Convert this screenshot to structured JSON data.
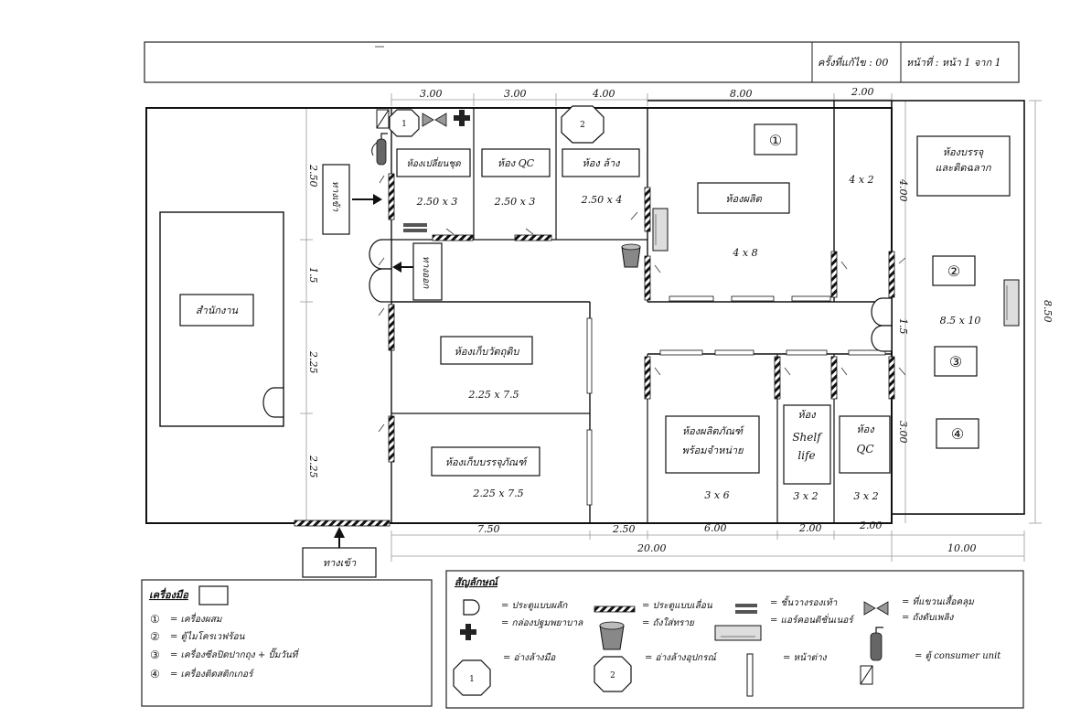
{
  "header": {
    "revision": "ครั้งที่แก้ไข : 00",
    "page": "หน้าที่ : หน้า 1 จาก 1"
  },
  "dimensions": {
    "top": [
      "3.00",
      "3.00",
      "4.00",
      "8.00",
      "2.00"
    ],
    "bottom": [
      "7.50",
      "2.50",
      "6.00",
      "2.00",
      "2.00"
    ],
    "bottom_total_left": "20.00",
    "bottom_total_right": "10.00",
    "left": [
      "2.50",
      "1.5",
      "2.25",
      "2.25"
    ],
    "right_outer": "8.50",
    "right_inner": [
      "4.00",
      "1.5",
      "3.00"
    ]
  },
  "rooms": {
    "office": "สำนักงาน",
    "changing": "ห้องเปลี่ยนชุด",
    "changing_size": "2.50 x 3",
    "qc_top": "ห้อง QC",
    "qc_top_size": "2.50 x 3",
    "washing": "ห้อง ล้าง",
    "washing_size": "2.50 x 4",
    "production": "ห้องผลิต",
    "production_size": "4 x 8",
    "small_room_size": "4 x 2",
    "packing_line1": "ห้องบรรจุ",
    "packing_line2": "และติดฉลาก",
    "packing_size": "8.5 x 10",
    "raw_storage": "ห้องเก็บวัตถุดิบ",
    "raw_storage_size": "2.25 x 7.5",
    "pack_storage": "ห้องเก็บบรรจุภัณฑ์",
    "pack_storage_size": "2.25 x 7.5",
    "product_line1": "ห้องผลิตภัณฑ์",
    "product_line2": "พร้อมจำหน่าย",
    "product_size": "3 x 6",
    "shelf_line1": "ห้อง",
    "shelf_line2": "Shelf",
    "shelf_line3": "life",
    "shelf_size": "3 x 2",
    "qc_bottom_line1": "ห้อง",
    "qc_bottom_line2": "QC",
    "qc_bottom_size": "3 x 2"
  },
  "doors": {
    "entrance_in": "ทางเข้า",
    "exit": "ทางออก",
    "main_entrance": "ทางเข้า"
  },
  "markers": {
    "m1": "①",
    "m2": "②",
    "m3": "③",
    "m4": "④",
    "sink1": "1",
    "sink2": "2"
  },
  "tools_legend": {
    "title": "เครื่องมือ",
    "items": [
      {
        "num": "①",
        "text": "= เครื่องผสม"
      },
      {
        "num": "②",
        "text": "= ตู้ไมโครเวฟร้อน"
      },
      {
        "num": "③",
        "text": "= เครื่องซีลปิดปากถุง + ปั๊มวันที่"
      },
      {
        "num": "④",
        "text": "= เครื่องติดสติกเกอร์"
      }
    ]
  },
  "symbols_legend": {
    "title": "สัญลักษณ์",
    "swing_door": "= ประตูแบบผลัก",
    "sliding_door": "= ประตูแบบเลื่อน",
    "shoe_rack": "= ชั้นวางรองเท้า",
    "gown_hanger": "= ที่แขวนเสื้อคลุม",
    "first_aid": "= กล่องปฐมพยาบาล",
    "sand_bucket": "= ถังใส่ทราย",
    "air_con": "= แอร์คอนดิชั่นเนอร์",
    "extinguisher": "= ถังดับเพลิง",
    "hand_sink": "= อ่างล้างมือ",
    "equip_sink": "= อ่างล้างอุปกรณ์",
    "window": "= หน้าต่าง",
    "consumer_unit": "= ตู้ consumer unit"
  }
}
